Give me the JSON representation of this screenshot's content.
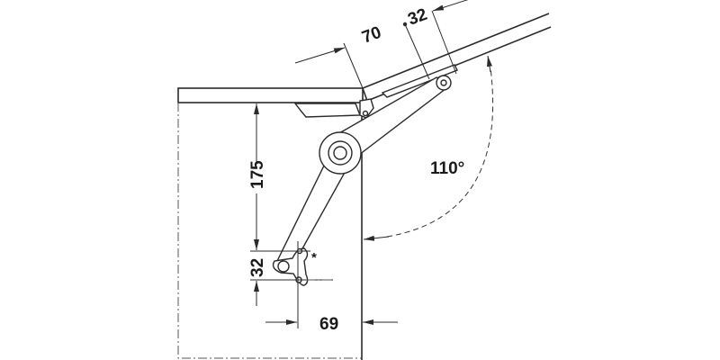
{
  "dimensions": {
    "lid_offset": "70",
    "lid_mount": "32",
    "height": "175",
    "bracket_spacing": "32",
    "side_offset": "69",
    "opening_angle": "110°",
    "note_marker": "*"
  },
  "colors": {
    "line": "#2a2a2a",
    "background": "#ffffff"
  }
}
